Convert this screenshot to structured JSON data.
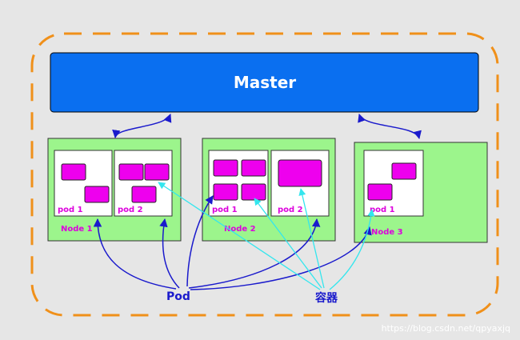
{
  "master": {
    "label": "Master"
  },
  "nodes": [
    {
      "label": "Node 1",
      "pods": [
        {
          "label": "pod 1"
        },
        {
          "label": "pod 2"
        }
      ]
    },
    {
      "label": "Node 2",
      "pods": [
        {
          "label": "pod 1"
        },
        {
          "label": "pod 2"
        }
      ]
    },
    {
      "label": "Node 3",
      "pods": [
        {
          "label": "pod 1"
        }
      ]
    }
  ],
  "legend": {
    "pod": "Pod",
    "container": "容器"
  },
  "watermark": "https://blog.csdn.net/qpyaxjq",
  "colors": {
    "master": "#0a6ff0",
    "node": "#9cf58c",
    "container": "#ee00ee",
    "pod_arrow": "#1a1acc",
    "container_arrow": "#33e6ee",
    "boundary": "#f0901a"
  }
}
